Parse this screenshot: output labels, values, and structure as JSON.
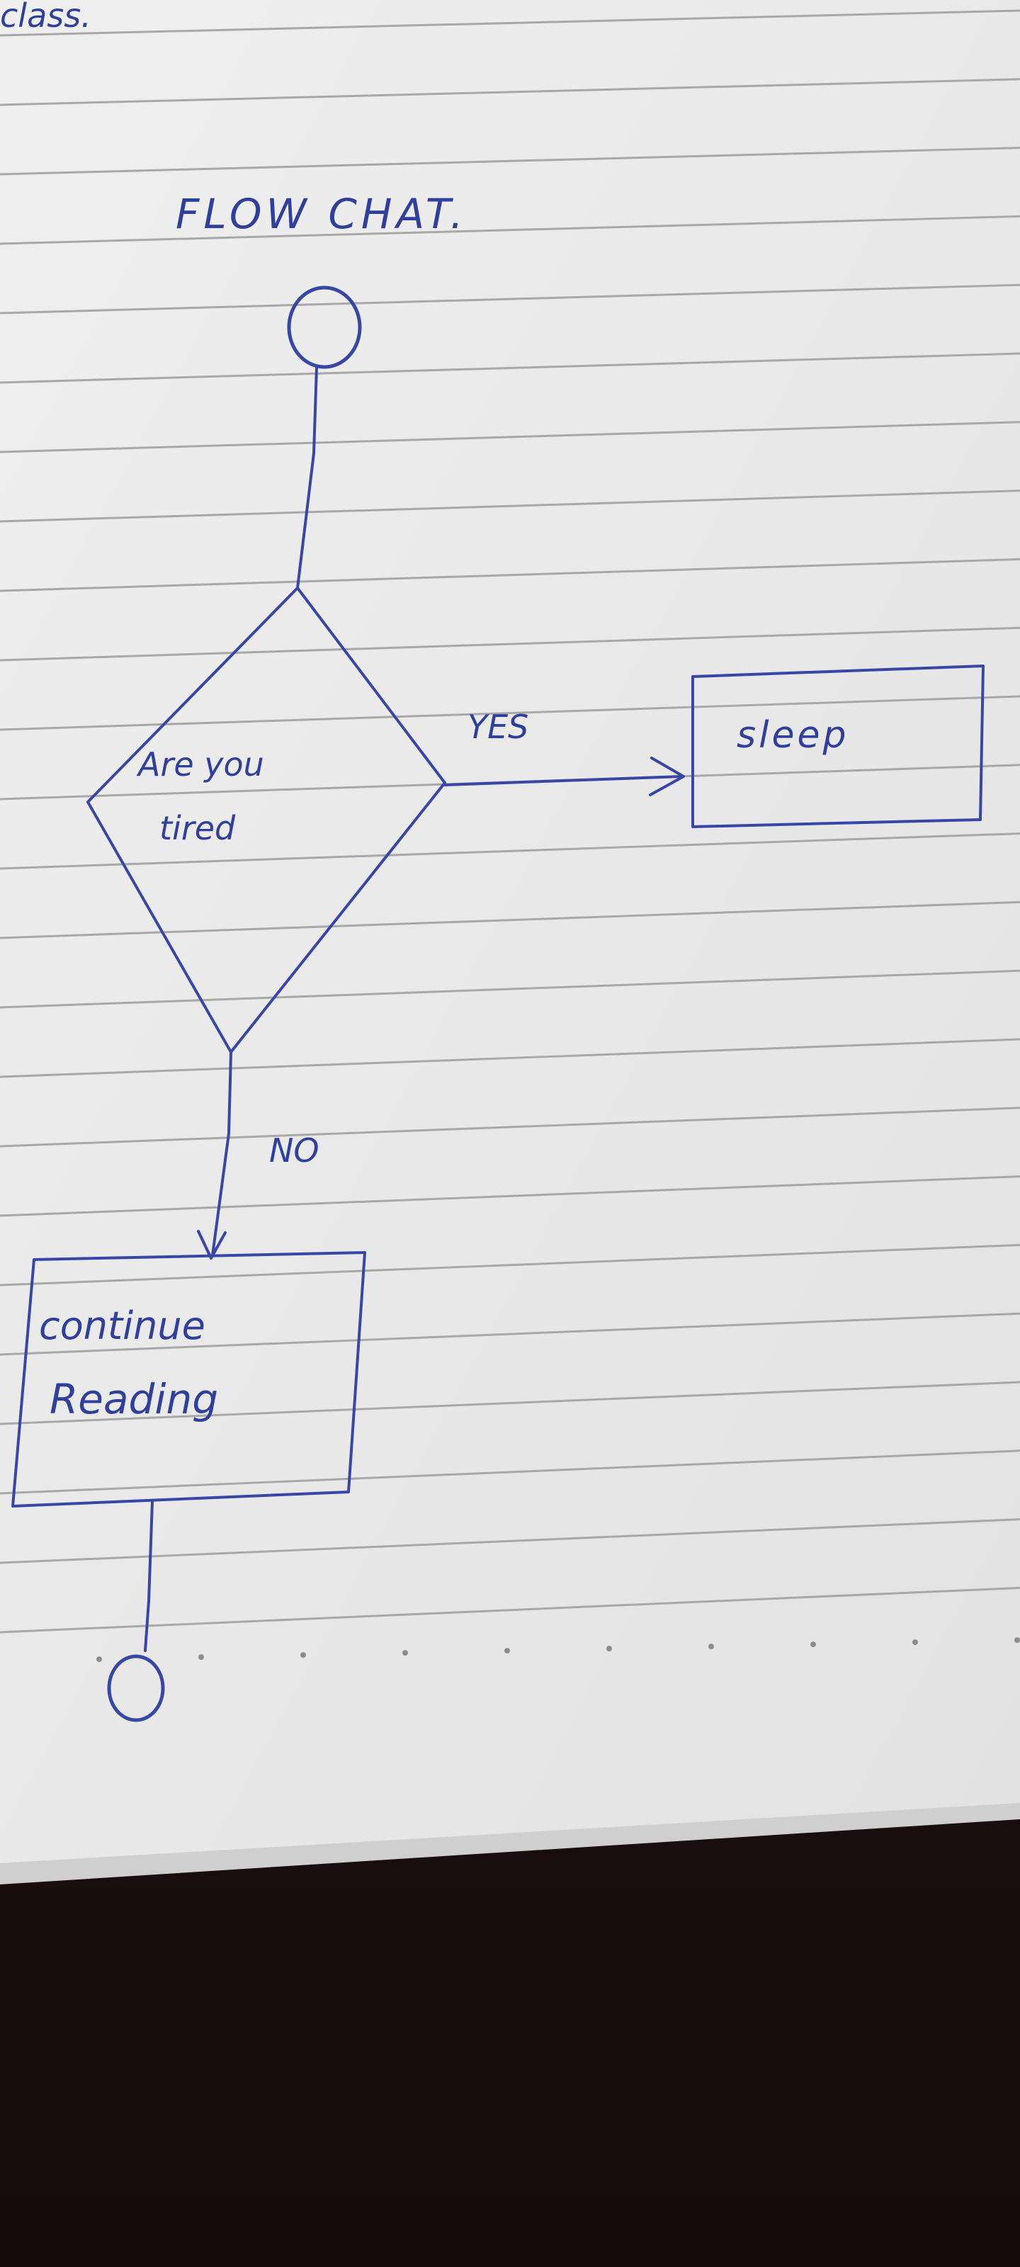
{
  "page": {
    "corner_text": "class.",
    "title": "FLOW CHAT."
  },
  "flowchart": {
    "decision": {
      "line1": "Are you",
      "line2": "tired"
    },
    "yes_label": "YES",
    "no_label": "NO",
    "sleep_box": "sleep",
    "continue_box": {
      "line1": "continue",
      "line2": "Reading"
    }
  },
  "colors": {
    "paper": "#eeeeee",
    "rule_line": "#a9a9a9",
    "ink": "#3846a6",
    "background": "#1c0f12"
  }
}
